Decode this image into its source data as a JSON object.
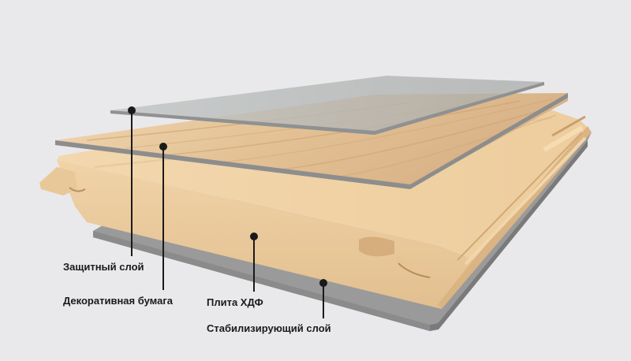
{
  "colors": {
    "background": "#e9e9ec",
    "overlay": "#b9bcbf",
    "decor_paper": "#e7c9a1",
    "hdf_board": "#efcd9f",
    "stabilizing": "#8e8e8e",
    "leader": "#1a1a1a"
  },
  "labels": {
    "protective_layer": "Защитный слой",
    "decorative_paper": "Декоративная бумага",
    "hdf_board": "Плита ХДФ",
    "stabilizing_layer": "Стабилизирующий слой"
  }
}
